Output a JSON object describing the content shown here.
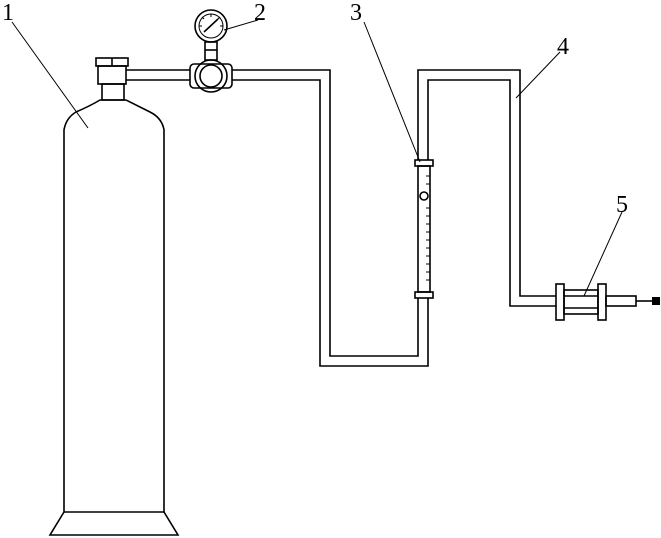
{
  "labels": {
    "cylinder": "1",
    "gauge": "2",
    "flowmeter": "3",
    "tube": "4",
    "sampler": "5"
  },
  "colors": {
    "stroke": "#000000",
    "background": "#ffffff"
  }
}
